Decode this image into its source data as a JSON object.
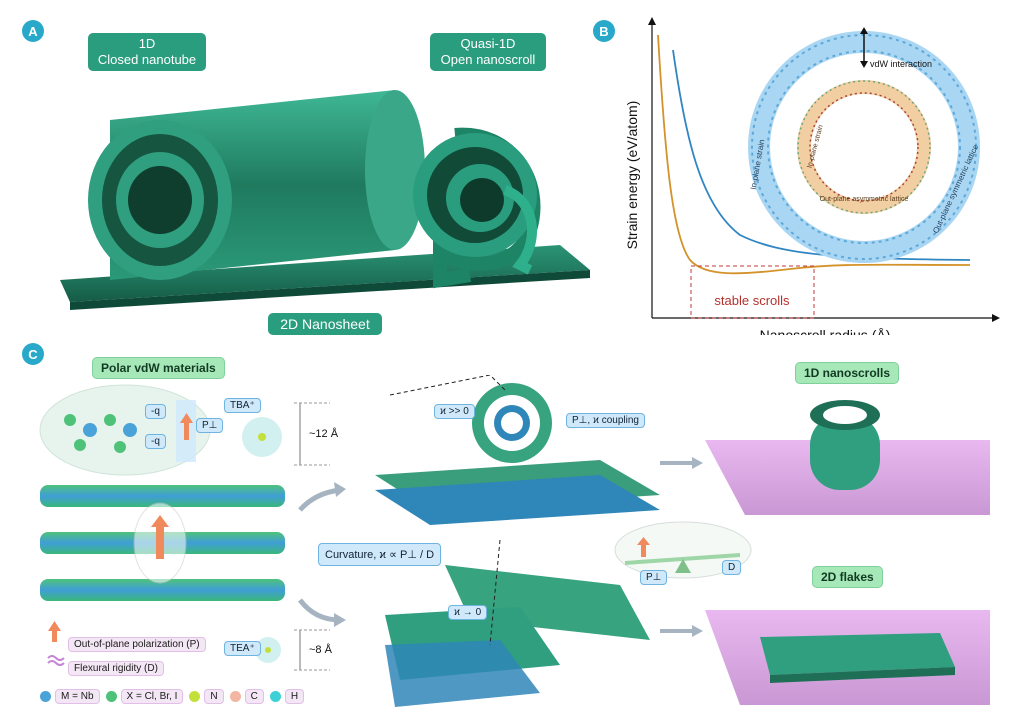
{
  "panel_a": {
    "badge": "A",
    "tube_label_line1": "1D",
    "tube_label_line2": "Closed nanotube",
    "scroll_label_line1": "Quasi-1D",
    "scroll_label_line2": "Open nanoscroll",
    "sheet_label": "2D  Nanosheet"
  },
  "panel_b": {
    "badge": "B",
    "ylabel": "Strain energy (eV/atom)",
    "xlabel": "Nanoscroll radius (Å)",
    "annotation": "stable scrolls",
    "ring_labels": {
      "vdw": "vdW interaction",
      "inplane_outer": "In-plane strain",
      "outplane_sym": "Out-plane symmetric lattice",
      "inplane_inner": "In-plane strain",
      "outplane_asym": "Out-plane asymmetric lattice"
    }
  },
  "chart_data": {
    "type": "line",
    "xlabel": "Nanoscroll radius (Å)",
    "ylabel": "Strain energy (eV/atom)",
    "series": [
      {
        "color": "#2f86c2",
        "shape": "monotonic decay"
      },
      {
        "color": "#d4922a",
        "shape": "decay with shallow minimum"
      }
    ],
    "annotation": "stable scrolls"
  },
  "panel_c": {
    "badge": "C",
    "polar_label": "Polar vdW materials",
    "neg_q1": "-q",
    "neg_q2": "-q",
    "p_perp": "P⊥",
    "tba": "TBA⁺",
    "tba_size": "~12 Å",
    "tea": "TEA⁺",
    "tea_size": "~8 Å",
    "kappa_big": "ϰ >> 0",
    "coupling": "P⊥, ϰ coupling",
    "curvature": "Curvature, ϰ ∝ P⊥ / D",
    "kappa_zero": "ϰ → 0",
    "seesaw_p": "P⊥",
    "seesaw_d": "D",
    "nanoscrolls_label": "1D nanoscrolls",
    "flakes_label": "2D flakes",
    "legend_polarization": "Out-of-plane polarization (P)",
    "legend_rigidity": "Flexural rigidity (D)",
    "legend_atoms": [
      {
        "label": "M = Nb",
        "color": "#4aa3d8"
      },
      {
        "label": "X = Cl, Br, I",
        "color": "#4fc27a"
      },
      {
        "label": "N",
        "color": "#c3e03a"
      },
      {
        "label": "C",
        "color": "#f3b6a2"
      },
      {
        "label": "H",
        "color": "#3dd0d6"
      }
    ]
  }
}
